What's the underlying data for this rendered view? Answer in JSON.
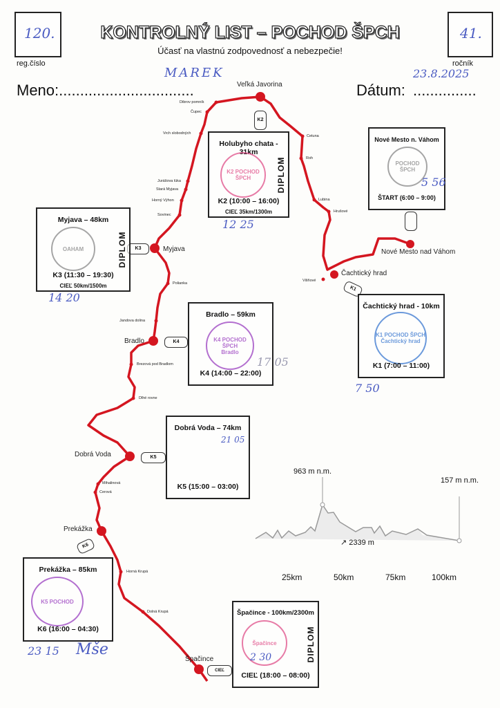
{
  "header": {
    "title": "KONTROLNÝ LIST – POCHOD ŠPCH",
    "subtitle": "Účasť na vlastnú zodpovednosť a nebezpečie!",
    "reg_label": "reg.číslo",
    "reg_value": "120.",
    "rocnik_label": "ročník",
    "rocnik_value": "41.",
    "name_label": "Meno:................................",
    "name_value": "MAREK",
    "date_label": "Dátum:",
    "date_dots": "...............",
    "date_value": "23.8.2025"
  },
  "checkpoints": {
    "start": {
      "title": "Nové Mesto n. Váhom",
      "foot": "ŠTART (6:00 – 9:00)",
      "time": "5 56",
      "stamp": "POCHOD ŠPCH"
    },
    "k1": {
      "title": "Čachtický hrad - 10km",
      "foot": "K1 (7:00 – 11:00)",
      "time": "7 50",
      "stamp": "K1 POCHOD ŠPCH",
      "stamp2": "Čachtický hrad",
      "pointer": "K1"
    },
    "k2": {
      "title": "Holubyho chata - 31km",
      "foot": "K2 (10:00 – 16:00)",
      "sub": "CIEĽ 35km/1300m",
      "diplom": "DIPLOM",
      "time": "12 25",
      "stamp": "K2 POCHOD ŠPCH",
      "pointer": "K2"
    },
    "k3": {
      "title": "Myjava – 48km",
      "foot": "K3 (11:30 – 19:30)",
      "sub": "CIEĽ 50km/1500m",
      "diplom": "DIPLOM",
      "time": "14 20",
      "stamp": "OAHAM",
      "pointer": "K3"
    },
    "k4": {
      "title": "Bradlo – 59km",
      "foot": "K4 (14:00 – 22:00)",
      "time": "17 05",
      "stamp": "K4 POCHOD ŠPCH",
      "stamp2": "Bradlo",
      "pointer": "K4"
    },
    "k5": {
      "title": "Dobrá Voda – 74km",
      "foot": "K5 (15:00 – 03:00)",
      "time": "21 05",
      "pointer": "K5"
    },
    "k6": {
      "title": "Prekážka – 85km",
      "foot": "K6 (16:00 – 04:30)",
      "time": "23 15",
      "stamp": "K5 POCHOD",
      "pointer": "K6"
    },
    "ciel": {
      "title": "Špačince - 100km/2300m",
      "foot": "CIEĽ (18:00 – 08:00)",
      "diplom": "DIPLOM",
      "time": "2 30",
      "stamp": "Špačince",
      "pointer": "CIEĽ"
    }
  },
  "places": {
    "javorina": "Veľká Javorina",
    "myjava": "Myjava",
    "bradlo": "Bradlo",
    "dobra_voda": "Dobrá Voda",
    "prekazka": "Prekážka",
    "spacince": "Špačince",
    "cachtice": "Čachtický hrad",
    "nove_mesto": "Nové Mesto nad Váhom"
  },
  "waypoints": [
    "Dibrov pomník",
    "Čupec",
    "Vrch slobodných",
    "Jurášova lúka",
    "Stará Myjava",
    "Horný Výhon",
    "Sovinec",
    "Polianka",
    "Jandova dolina",
    "Brezová pod Bradlom",
    "Dlhé rovne",
    "Mihalinová",
    "Cerová",
    "Horná Krupá",
    "Dolná Krupá",
    "Cetuna",
    "Roh",
    "Lubina",
    "Hrušové",
    "Višňové"
  ],
  "profile": {
    "max_label": "963 m n.m.",
    "end_label": "157 m n.m.",
    "ascent": "↗ 2339 m",
    "ticks": [
      "25km",
      "50km",
      "75km",
      "100km"
    ]
  },
  "signature": "Mše",
  "colors": {
    "route": "#d41620",
    "handwriting": "#4a5bc2",
    "stamp_pink": "#e0508a",
    "stamp_violet": "#9a40c0",
    "stamp_blue": "#3a78d0",
    "stamp_grey": "#888888"
  }
}
